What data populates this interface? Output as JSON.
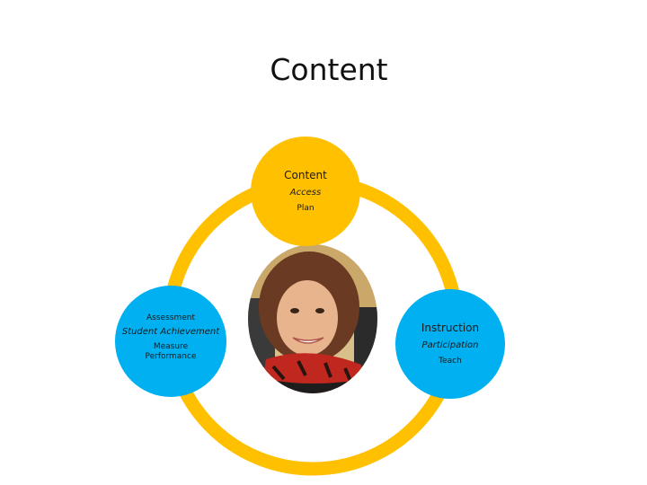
{
  "title": "Content",
  "nodes": {
    "content": {
      "label": "Content",
      "sub": "Access",
      "small": "Plan"
    },
    "assessment": {
      "label": "Assessment",
      "sub": "Student Achievement",
      "small": "Measure Performance"
    },
    "instruction": {
      "label": "Instruction",
      "sub": "Participation",
      "small": "Teach"
    }
  },
  "colors": {
    "ring": "#ffc000",
    "content_node": "#ffc000",
    "blue_nodes": "#00b0f0"
  },
  "photo": {
    "icon": "child-portrait-photo"
  }
}
